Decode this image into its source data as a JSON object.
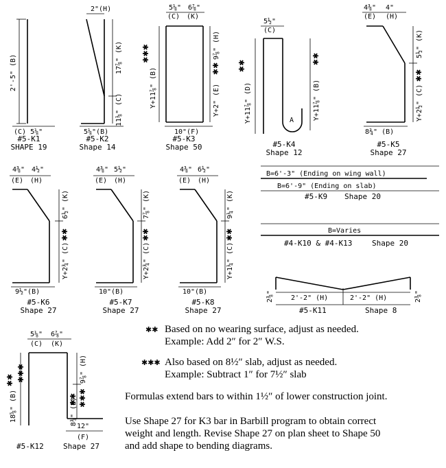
{
  "shapes": {
    "k1": {
      "mark": "#5-K1",
      "shape": "SHAPE 19",
      "dim_b": "2'-5\" (B)",
      "dim_c": "(C) 5⅛\""
    },
    "k2": {
      "mark": "#5-K2",
      "shape": "Shape 14",
      "dim_h": "2\"(H)",
      "dim_k": "17⅞\" (K)",
      "dim_c": "11⅛\" (C)",
      "dim_b": "5⅛\"(B)"
    },
    "k3": {
      "mark": "#5-K3",
      "shape": "Shape 50",
      "dim_c": "5⅛\"",
      "dim_k": "6⅞\"",
      "cap_c": "(C)",
      "cap_k": "(K)",
      "dim_b": "Y+11⅞\" (B)",
      "dim_h": "9⅞\" (H)",
      "dim_e": "Y+2\" (E)",
      "dim_f": "10\"(F)"
    },
    "k4": {
      "mark": "#5-K4",
      "shape": "Shape 12",
      "dim_c": "5½\"",
      "cap_c": "(C)",
      "dim_d": "Y+11⅞\" (D)",
      "dim_b": "Y+11⅞\" (B)",
      "label_a": "A"
    },
    "k5": {
      "mark": "#5-K5",
      "shape": "Shape 27",
      "dim_e": "4⅜\"",
      "dim_h": "4\"",
      "cap_e": "(E)",
      "cap_h": "(H)",
      "dim_k": "5½\" (K)",
      "dim_c": "Y+2½\" (C)",
      "dim_b": "8¾\" (B)"
    },
    "k6": {
      "mark": "#5-K6",
      "shape": "Shape 27",
      "dim_e": "4⅜\"",
      "dim_h": "4½\"",
      "cap_e": "(E)",
      "cap_h": "(H)",
      "dim_k": "6½\" (K)",
      "dim_c": "Y+2¾\" (C)",
      "dim_b": "9½\"(B)"
    },
    "k7": {
      "mark": "#5-K7",
      "shape": "Shape 27",
      "dim_e": "4⅜\"",
      "dim_h": "5½\"",
      "cap_e": "(E)",
      "cap_h": "(H)",
      "dim_k": "7⅞\" (K)",
      "dim_c": "Y+2¾\" (C)",
      "dim_b": "10\"(B)"
    },
    "k8": {
      "mark": "#5-K8",
      "shape": "Shape 27",
      "dim_e": "4⅜\"",
      "dim_h": "6½\"",
      "cap_e": "(E)",
      "cap_h": "(H)",
      "dim_k": "9¼\" (K)",
      "dim_c": "Y+1¼\" (C)",
      "dim_b": "10\"(B)"
    },
    "k9": {
      "label_wing": "B=6'-3\" (Ending on wing wall)",
      "label_slab": "B=6'-9\" (Ending on slab)",
      "mark": "#5-K9",
      "shape": "Shape 20"
    },
    "k10": {
      "label": "B=Varies",
      "mark": "#4-K10 & #4-K13",
      "shape": "Shape 20"
    },
    "k11": {
      "dim_h1": "2'-2\" (H)",
      "dim_h2": "2'-2\" (H)",
      "dim_left": "2⅜\"",
      "dim_right": "2⅜\"",
      "mark": "#5-K11",
      "shape": "Shape 8"
    },
    "k12": {
      "mark": "#5-K12",
      "shape": "Shape 27",
      "dim_c": "5⅛\"",
      "dim_k": "6⅞\"",
      "cap_c": "(C)",
      "cap_k": "(K)",
      "dim_b": "18⅝\" (B)",
      "dim_h": "9⅞\" (H)",
      "dim_e": "8¾\" (E)",
      "dim_f": "12\"",
      "cap_f": "(F)"
    }
  },
  "markers": {
    "double": "✱✱",
    "triple": "✱✱✱"
  },
  "notes": {
    "double_line1": "Based on no wearing surface, adjust as needed.",
    "double_line2": "Example: Add 2″ for 2″ W.S.",
    "triple_line1": "Also based on 8½″ slab, adjust as needed.",
    "triple_line2": "Example: Subtract 1″ for 7½″ slab",
    "formulas": "Formulas extend bars to within 1½″ of lower construction joint.",
    "shape27_line1": "Use Shape 27 for K3 bar in Barbill program to obtain correct",
    "shape27_line2": "weight and length. Revise Shape 27 on plan sheet to Shape 50",
    "shape27_line3": "and add shape to bending diagrams."
  }
}
